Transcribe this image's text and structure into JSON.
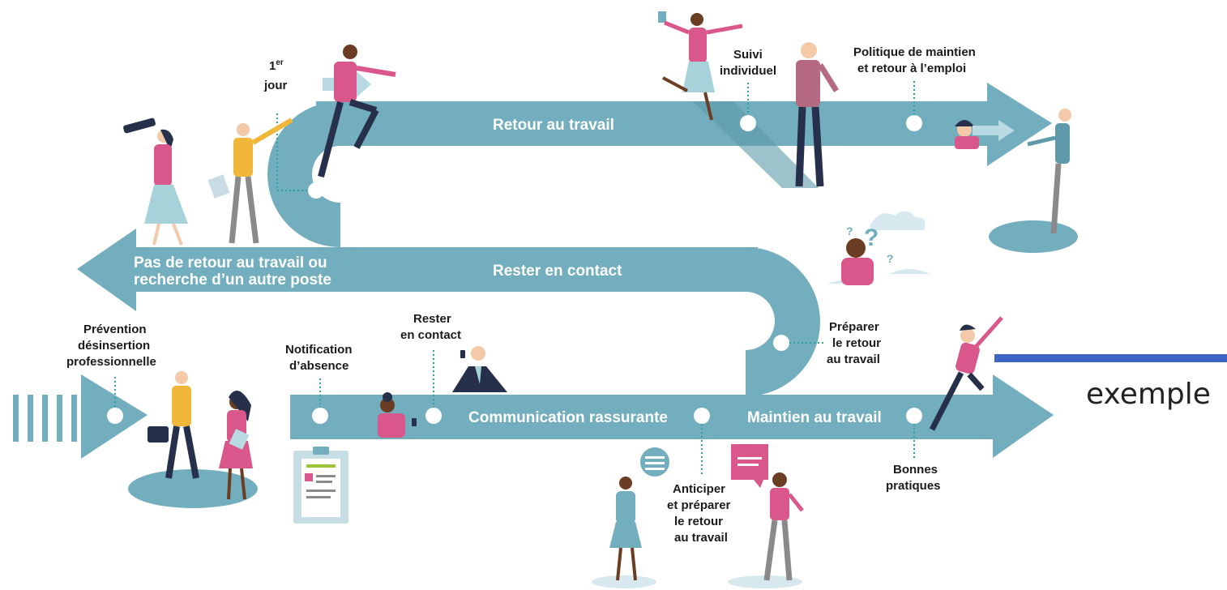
{
  "colors": {
    "road": "#72aebd",
    "road_dark": "#5e9aa9",
    "pink": "#d9578a",
    "navy": "#27304a",
    "yellow": "#f1b73a",
    "skin_light": "#f3c9a8",
    "skin_dark": "#6b3d22",
    "dots_leader": "#2aa39a",
    "exemple_line": "#3c66c4"
  },
  "road_labels": {
    "retour": "Retour au travail",
    "rester": "Rester en contact",
    "pas_de_retour_1": "Pas de retour au travail ou",
    "pas_de_retour_2": "recherche d’un autre poste",
    "communication": "Communication rassurante",
    "maintien": "Maintien au travail"
  },
  "callouts": {
    "premier_jour_num": "1",
    "premier_jour_sup": "er",
    "premier_jour_word": "jour",
    "suivi_1": "Suivi",
    "suivi_2": "individuel",
    "politique_1": "Politique de maintien",
    "politique_2": "et retour à l’emploi",
    "prevention_1": "Prévention",
    "prevention_2": "désinsertion",
    "prevention_3": "professionnelle",
    "notification_1": "Notification",
    "notification_2": "d’absence",
    "rester_1": "Rester",
    "rester_2": "en contact",
    "preparer_1": "Préparer",
    "preparer_2": "le retour",
    "preparer_3": "au travail",
    "anticiper_1": "Anticiper",
    "anticiper_2": "et préparer",
    "anticiper_3": "le retour",
    "anticiper_4": "au travail",
    "bonnes_1": "Bonnes",
    "bonnes_2": "pratiques"
  },
  "annotation": {
    "exemple": "exemple"
  },
  "icons": [
    "telescope-icon",
    "clipboard-icon",
    "briefcase-icon",
    "phone-icon",
    "speech-bubble-icon",
    "question-mark-icon",
    "cloud-icon"
  ]
}
